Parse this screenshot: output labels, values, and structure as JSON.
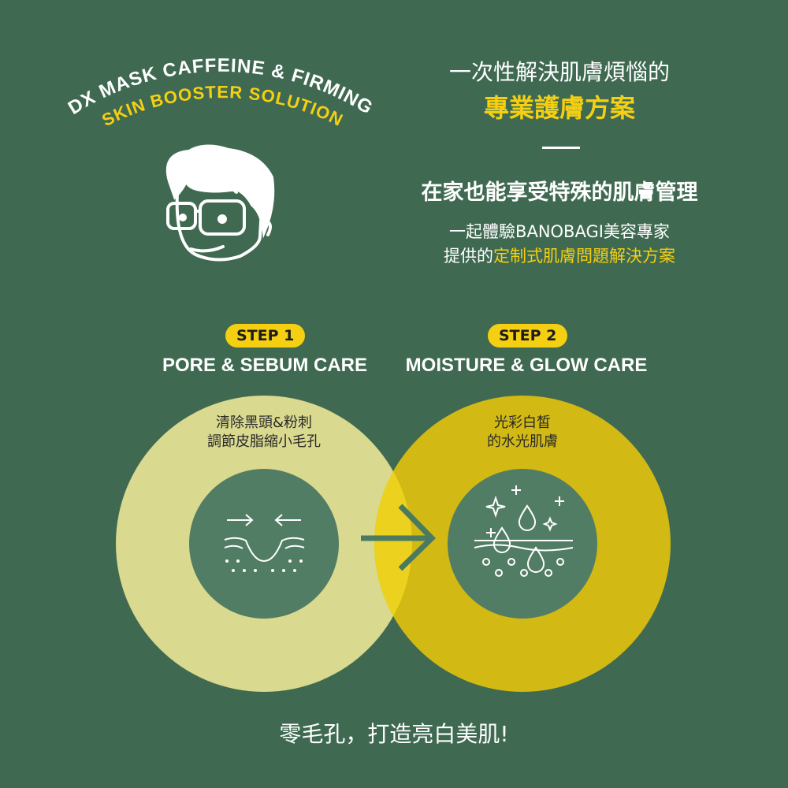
{
  "brand": {
    "arc_line1": "DX MASK CAFFEINE & FIRMING",
    "arc_line2": "SKIN BOOSTER SOLUTION"
  },
  "header": {
    "line1": "一次性解決肌膚煩惱的",
    "line2": "專業護膚方案",
    "subtitle": "在家也能享受特殊的肌膚管理",
    "desc1": "一起體驗BANOBAGI美容專家",
    "desc2_prefix": "提供的",
    "desc2_highlight": "定制式肌膚問題解決方案"
  },
  "steps": [
    {
      "badge": "STEP 1",
      "title": "PORE & SEBUM CARE",
      "line1": "清除黑頭&粉刺",
      "line2": "調節皮脂縮小毛孔"
    },
    {
      "badge": "STEP 2",
      "title": "MOISTURE & GLOW CARE",
      "line1": "光彩白皙",
      "line2": "的水光肌膚"
    }
  ],
  "footer": "零毛孔，打造亮白美肌!",
  "colors": {
    "bg": "#3f6a51",
    "accent": "#f5cf12",
    "circle1": "#d9d98f",
    "circle2": "#d2b914",
    "inner": "#527d65"
  }
}
